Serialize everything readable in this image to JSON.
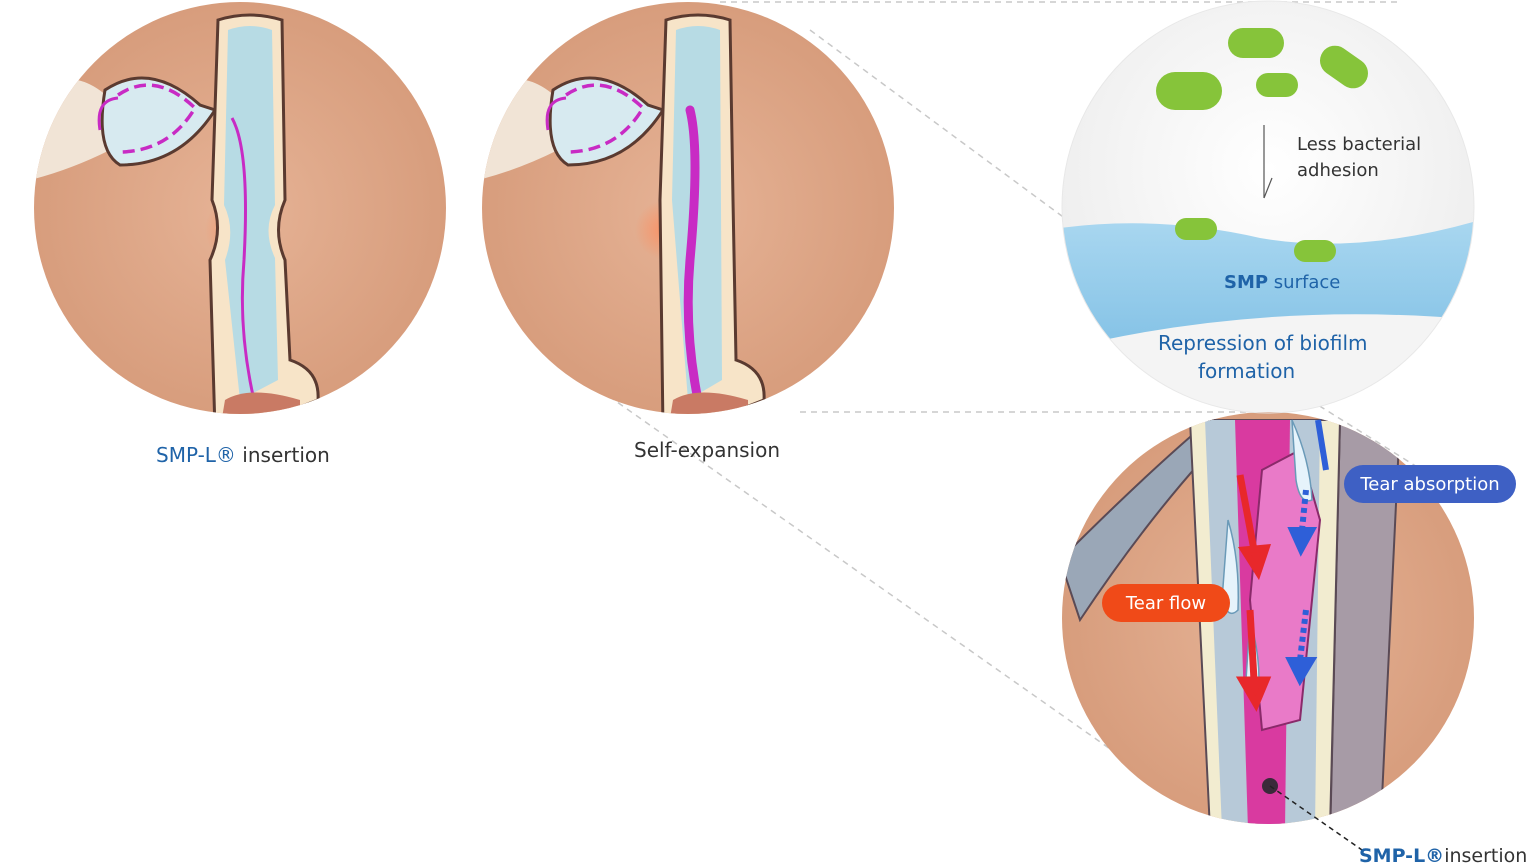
{
  "captions": {
    "panel1": {
      "brand": "SMP-L®",
      "rest": " insertion"
    },
    "panel2": "Self-expansion"
  },
  "biofilm": {
    "arrow_label_line1": "Less  bacterial",
    "arrow_label_line2": "adhesion",
    "surface_brand": "SMP",
    "surface_rest": " surface",
    "result_line1": "Repression of  biofilm",
    "result_line2": "formation"
  },
  "zoom": {
    "tear_absorption": "Tear absorption",
    "tear_flow": "Tear flow",
    "pointer_brand": "SMP-L®",
    "pointer_rest": "insertion"
  },
  "colors": {
    "skin": "#e0a98a",
    "duct": "#b7dbe4",
    "stent": "#c82bc4",
    "brand_blue": "#1f63a8",
    "absorption_pill": "#3e60c4",
    "flow_pill": "#f04a18",
    "bacteria": "#86c43a",
    "smp_surface": "#9fd0ec"
  }
}
